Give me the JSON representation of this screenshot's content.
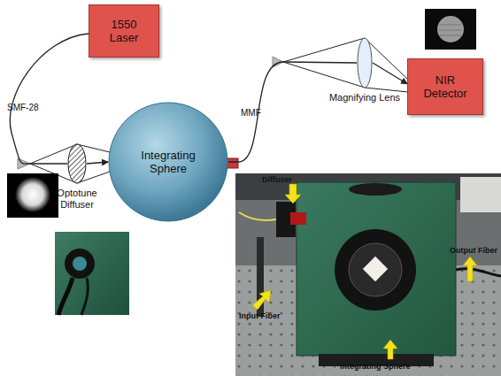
{
  "diagram": {
    "nodes": [
      {
        "text": [
          "1550 Laser"
        ]
      },
      {
        "text": [
          "Optotune Diffuser"
        ]
      },
      {
        "text": [
          "Integrating Sphere"
        ]
      },
      {
        "text": [
          "Magnifying Lens"
        ]
      },
      {
        "text": [
          "NIR Detector"
        ]
      }
    ],
    "edges": [
      {
        "from": 0,
        "to": 1,
        "label": "SMF-28",
        "arrow": "none"
      },
      {
        "from": 1,
        "to": 2,
        "arrow": "to"
      },
      {
        "from": 2,
        "to": 3,
        "label": "MMF",
        "arrow": "none"
      },
      {
        "from": 3,
        "to": 4,
        "arrow": "to"
      }
    ],
    "labels": [
      "Diffuser",
      "Input Fiber",
      "Output Fiber",
      "Integrating Sphere"
    ]
  }
}
